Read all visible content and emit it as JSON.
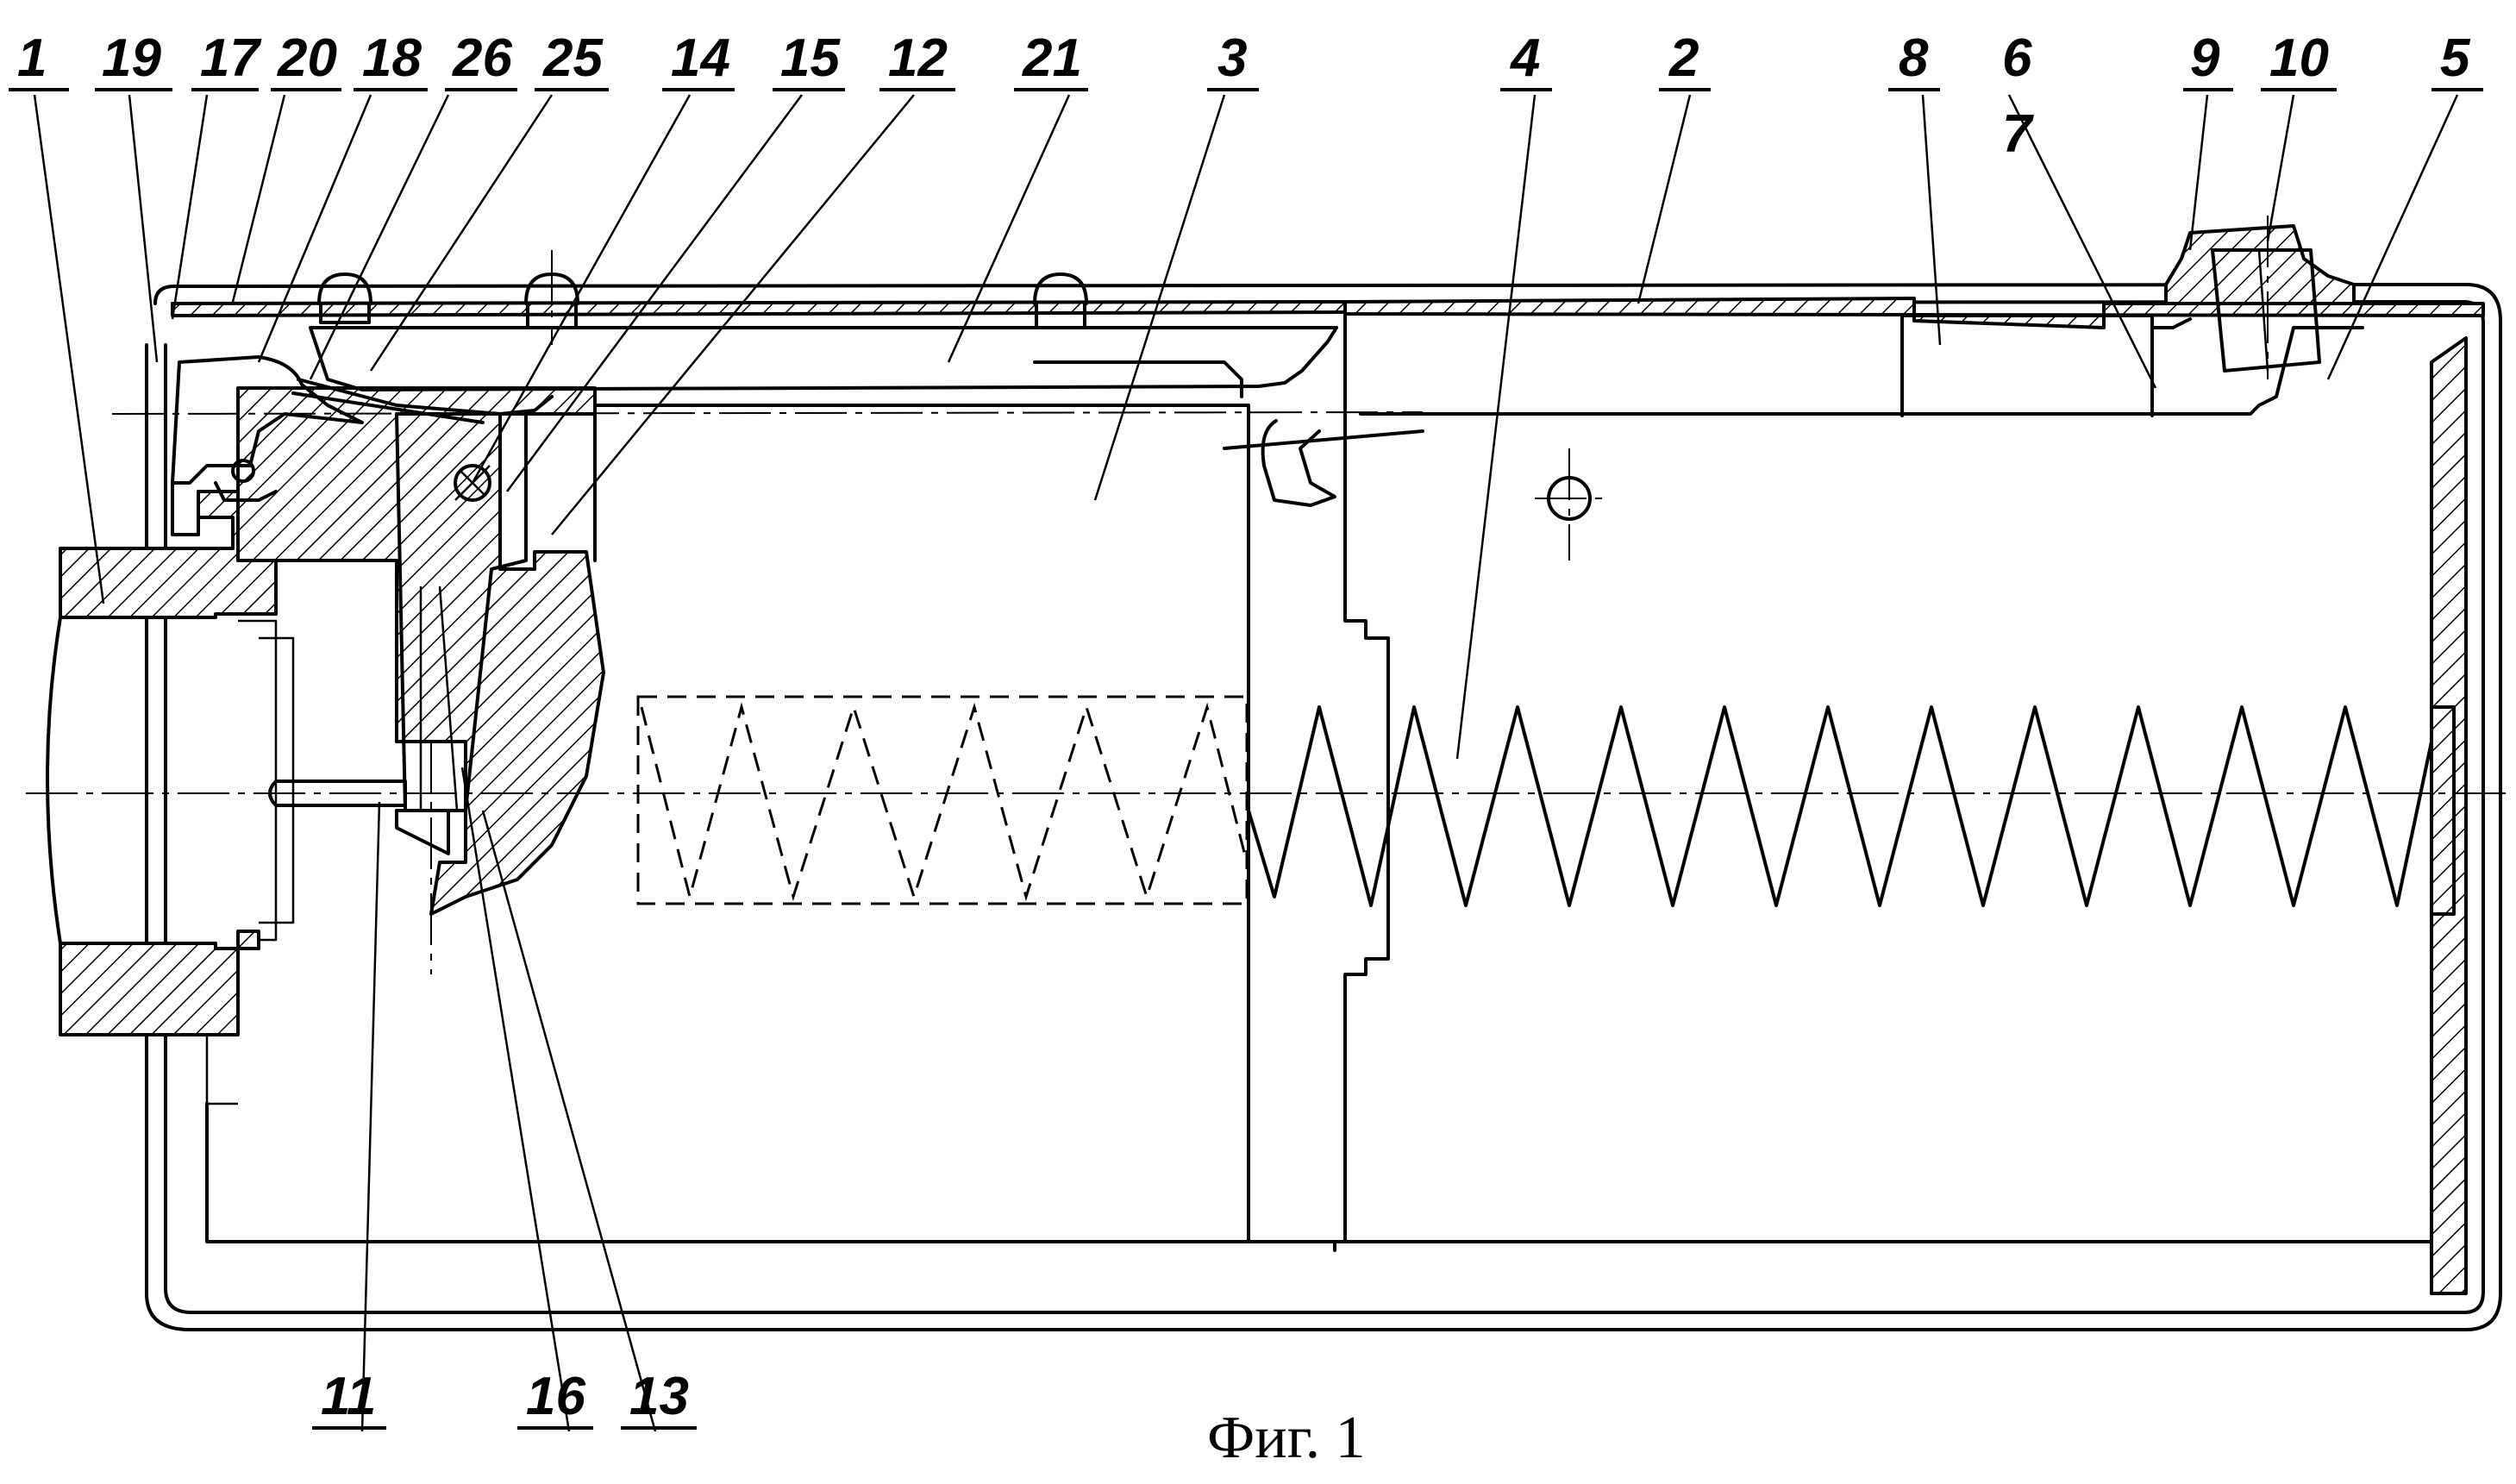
{
  "figure": {
    "caption": "Фиг. 1",
    "labels": [
      "1",
      "19",
      "17",
      "20",
      "18",
      "26",
      "25",
      "14",
      "15",
      "12",
      "21",
      "3",
      "4",
      "2",
      "8",
      "6",
      "7",
      "9",
      "10",
      "5",
      "11",
      "16",
      "13"
    ]
  }
}
